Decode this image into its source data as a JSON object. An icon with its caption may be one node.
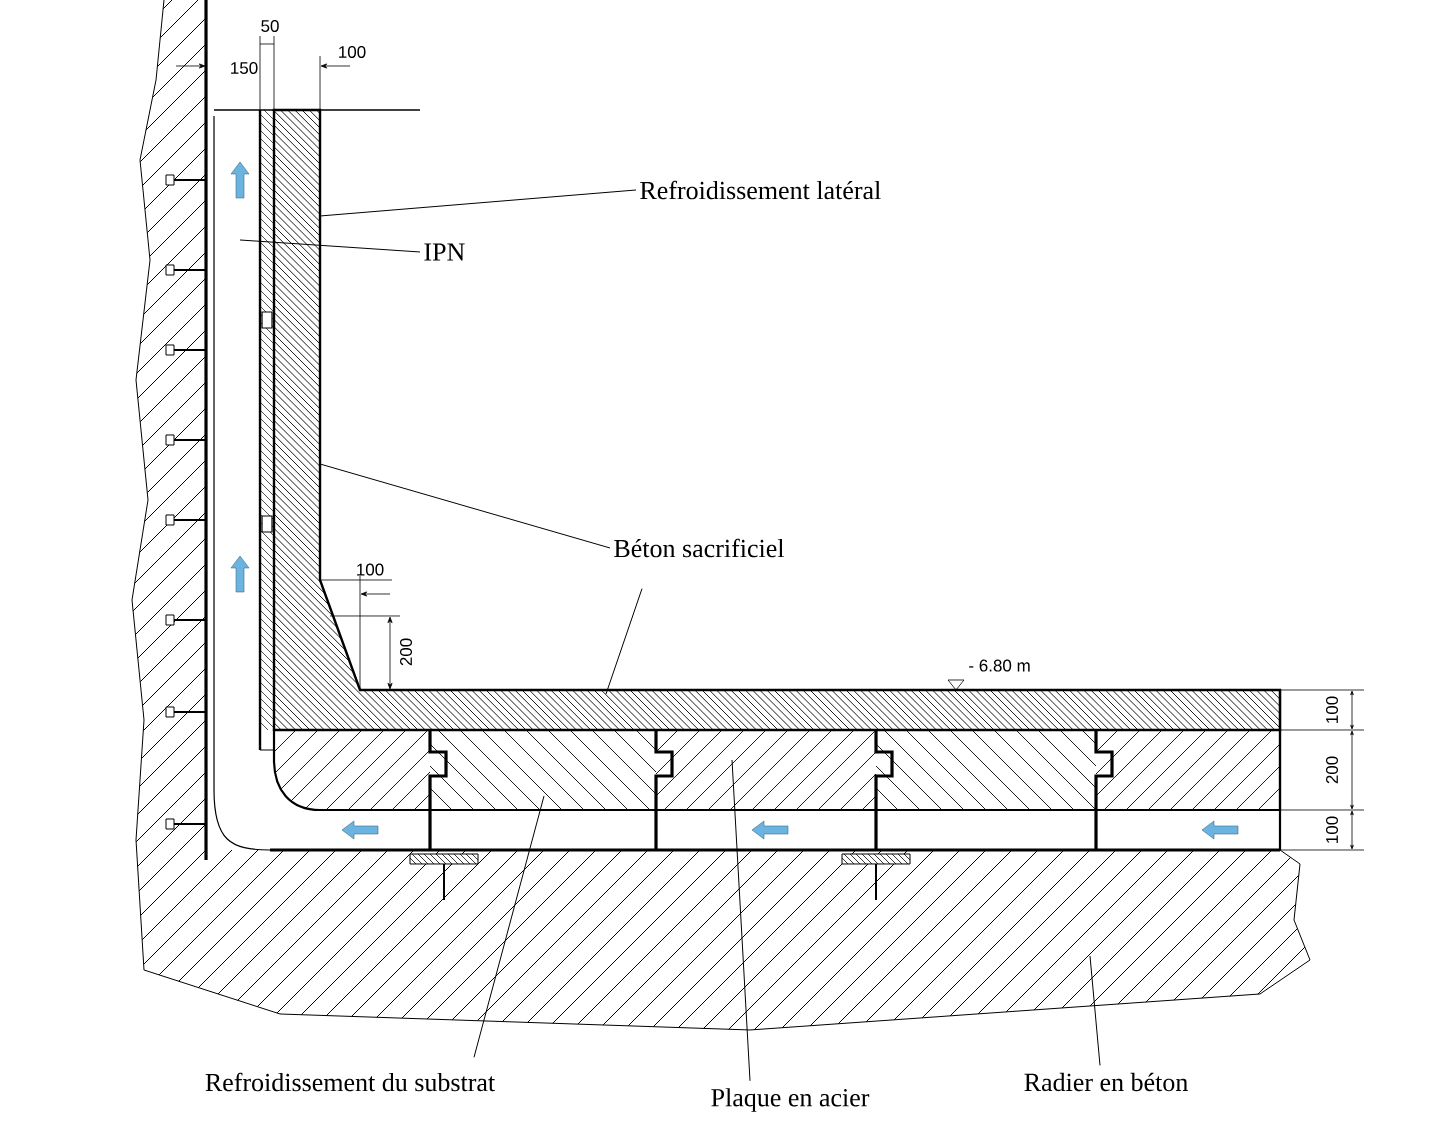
{
  "diagram": {
    "nodes": [
      {
        "text": [
          "Refroidissement latéral"
        ]
      },
      {
        "text": [
          "IPN"
        ]
      },
      {
        "text": [
          "Béton sacrificiel"
        ]
      },
      {
        "text": [
          "Refroidissement du substrat"
        ]
      },
      {
        "text": [
          "Plaque en acier"
        ]
      },
      {
        "text": [
          "Radier en béton"
        ]
      }
    ],
    "edges": [
      {
        "from": 0,
        "to": null,
        "arrow": "none"
      },
      {
        "from": 1,
        "to": null,
        "arrow": "none"
      },
      {
        "from": 2,
        "to": null,
        "arrow": "none"
      },
      {
        "from": 2,
        "to": null,
        "arrow": "none"
      },
      {
        "from": 3,
        "to": null,
        "arrow": "none"
      },
      {
        "from": 4,
        "to": null,
        "arrow": "none"
      },
      {
        "from": 5,
        "to": null,
        "arrow": "none"
      }
    ],
    "labels": [
      "150",
      "50",
      "100",
      "100",
      "200",
      "- 6.80 m",
      "100",
      "200",
      "100"
    ]
  }
}
